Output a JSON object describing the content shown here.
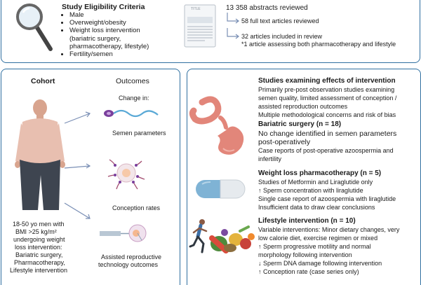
{
  "criteria": {
    "title": "Study Eligibility Criteria",
    "items": [
      "Male",
      "Overweight/obesity",
      "Weight loss intervention",
      "(bariatric surgery,",
      "pharmacotherapy, lifestyle)",
      "Fertility/semen"
    ]
  },
  "flow": {
    "abstracts": "13 358 abstracts reviewed",
    "fulltext": "58 full text articles reviewed",
    "included": "32 articles included in review",
    "note": "*1 article assessing both pharmacotherapy and lifestyle",
    "doc_label": "TITLE"
  },
  "cohort": {
    "heading": "Cohort",
    "description": [
      "18-50 yo men with",
      "BMI >25 kg/m²",
      "undergoing weight",
      "loss intervention:",
      "Bariatric surgery,",
      "Pharmacotherapy,",
      "Lifestyle intervention"
    ]
  },
  "outcomes": {
    "heading": "Outcomes",
    "change_label": "Change in:",
    "semen": "Semen parameters",
    "conception": "Conception rates",
    "art": [
      "Assisted reproductive",
      "technology outcomes"
    ]
  },
  "effects": {
    "heading": "Studies examining effects of intervention",
    "lines": [
      "Primarily pre-post observation  studies examining",
      "semen quality, limited assessment of conception /",
      "assisted reproduction outcomes",
      "Multiple methodological concerns and  risk of bias"
    ]
  },
  "bariatric": {
    "heading": "Bariatric surgery (n = 18)",
    "big_lines": [
      "No change identified in semen parameters",
      "post-operatively"
    ],
    "lines": [
      "Case reports of post-operative azoospermia and",
      "infertility"
    ]
  },
  "pharma": {
    "heading": "Weight loss pharmacotherapy (n = 5)",
    "lines": [
      "Studies of Metformin and Liraglutide only",
      "↑ Sperm concentration with liraglutide",
      "Single case report of azoospermia with liraglutide",
      "Insufficient data to draw clear conclusions"
    ]
  },
  "lifestyle": {
    "heading": "Lifestyle intervention (n = 10)",
    "lines": [
      "Variable interventions: Minor dietary changes, very",
      "low calorie diet, exercise regimen or mixed",
      "↑ Sperm progressive motility and normal",
      "morphology following intervention",
      "↓ Sperm DNA damage following intervention",
      "↑ Conception rate (case series only)"
    ]
  },
  "colors": {
    "border": "#2f6fa0",
    "arrow": "#7a8fb5",
    "skin": "#d8a48e",
    "shirt": "#e8bfb0",
    "pants": "#3e4550",
    "stomach": "#e2867a",
    "capsule": "#7fb3d5"
  }
}
